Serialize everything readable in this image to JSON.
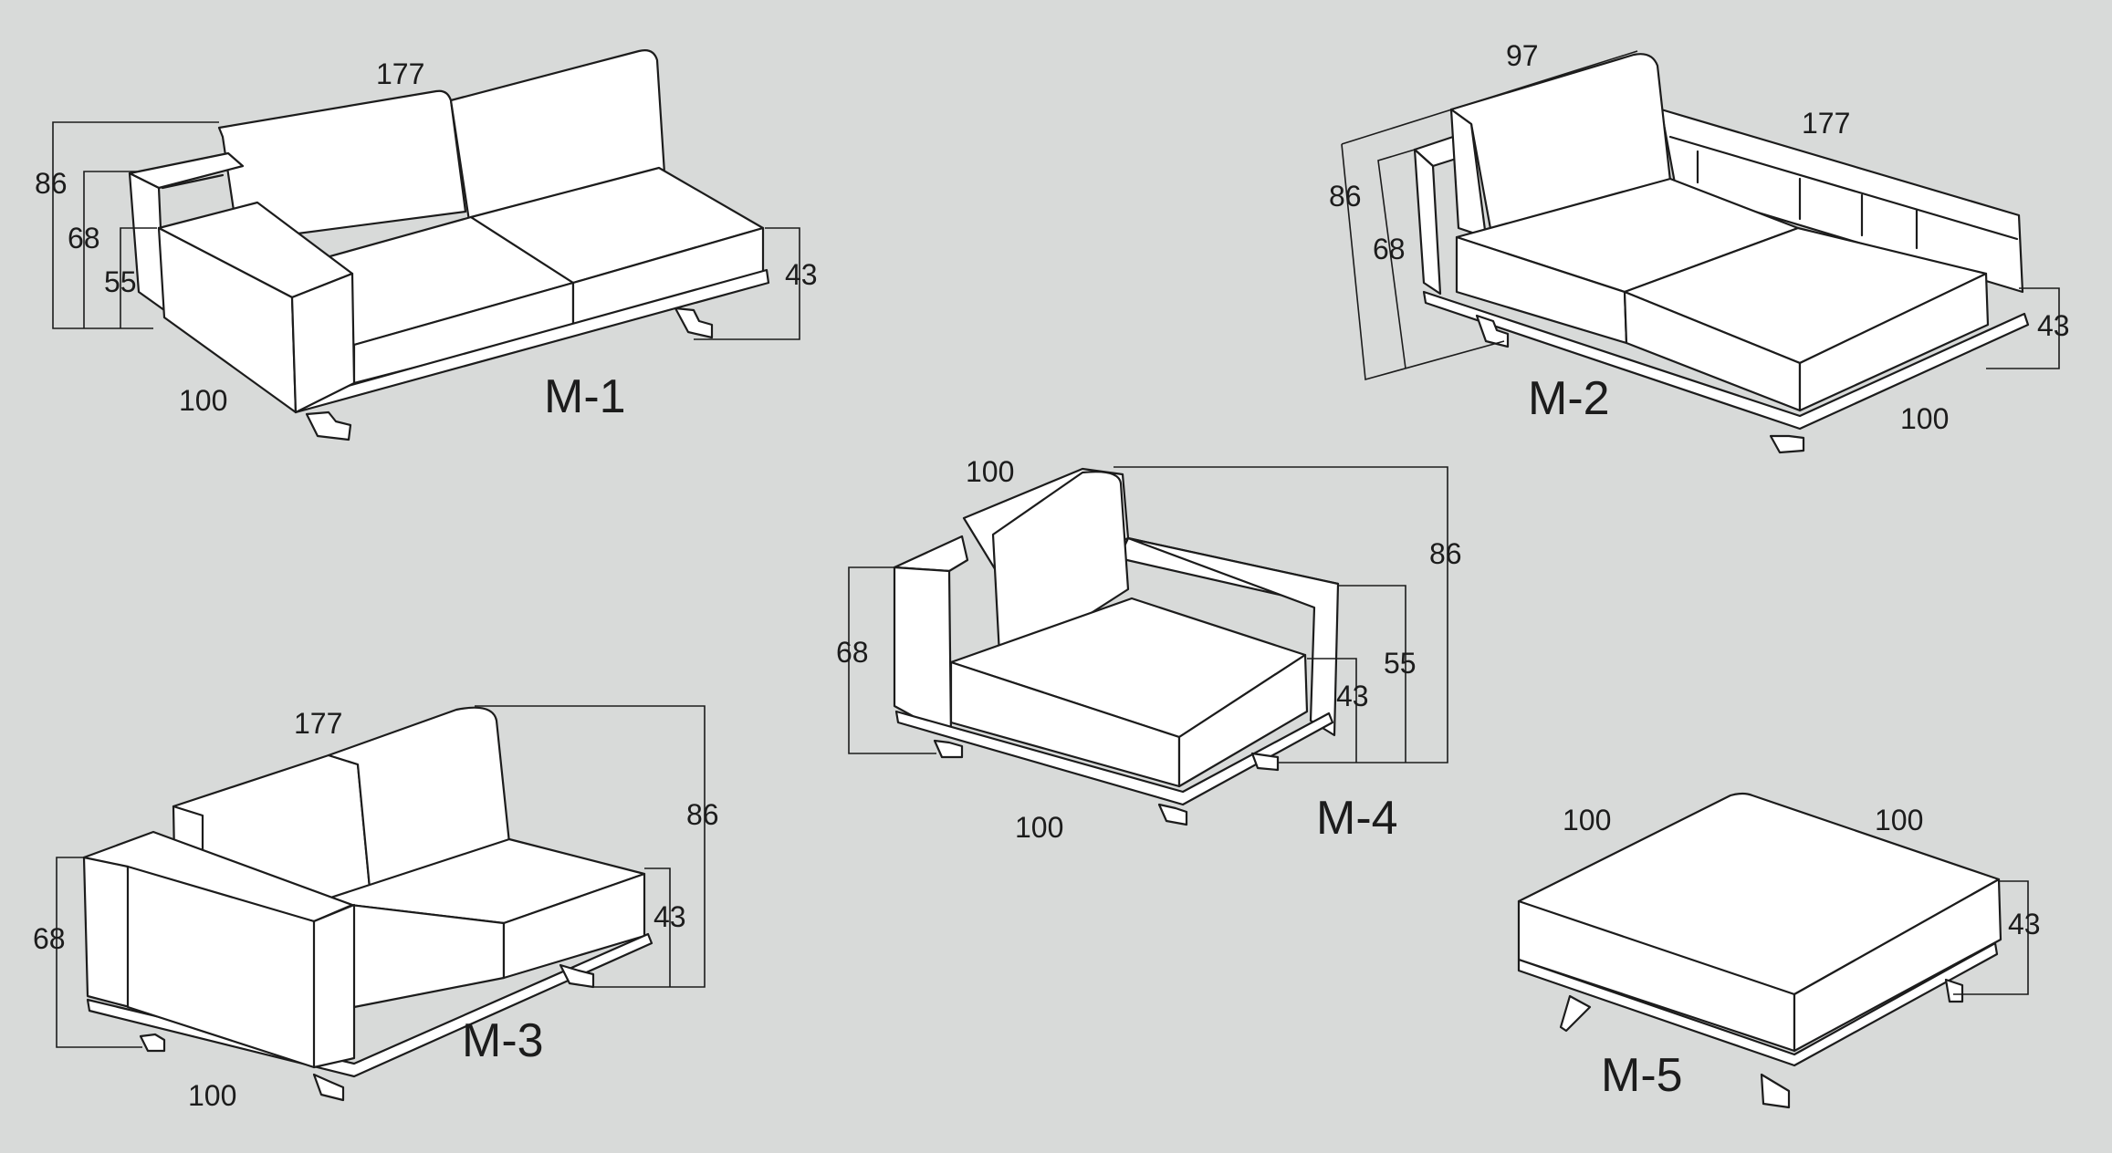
{
  "modules": {
    "m1": {
      "label": "M-1",
      "dims": {
        "width": "177",
        "depth": "100",
        "height": "86",
        "arm": "68",
        "arm_inner": "55",
        "seat": "43"
      }
    },
    "m2": {
      "label": "M-2",
      "dims": {
        "width": "177",
        "depth": "100",
        "height": "86",
        "arm": "68",
        "back": "97",
        "seat": "43"
      }
    },
    "m3": {
      "label": "M-3",
      "dims": {
        "width": "177",
        "depth": "100",
        "height": "86",
        "arm": "68",
        "seat": "43"
      }
    },
    "m4": {
      "label": "M-4",
      "dims": {
        "width": "100",
        "depth": "100",
        "height": "86",
        "arm": "68",
        "arm_inner": "55",
        "seat": "43"
      }
    },
    "m5": {
      "label": "M-5",
      "dims": {
        "width": "100",
        "depth": "100",
        "seat": "43"
      }
    }
  },
  "colors": {
    "background": "#d8dad9",
    "line": "#1c1c1c",
    "fill": "#ffffff"
  }
}
